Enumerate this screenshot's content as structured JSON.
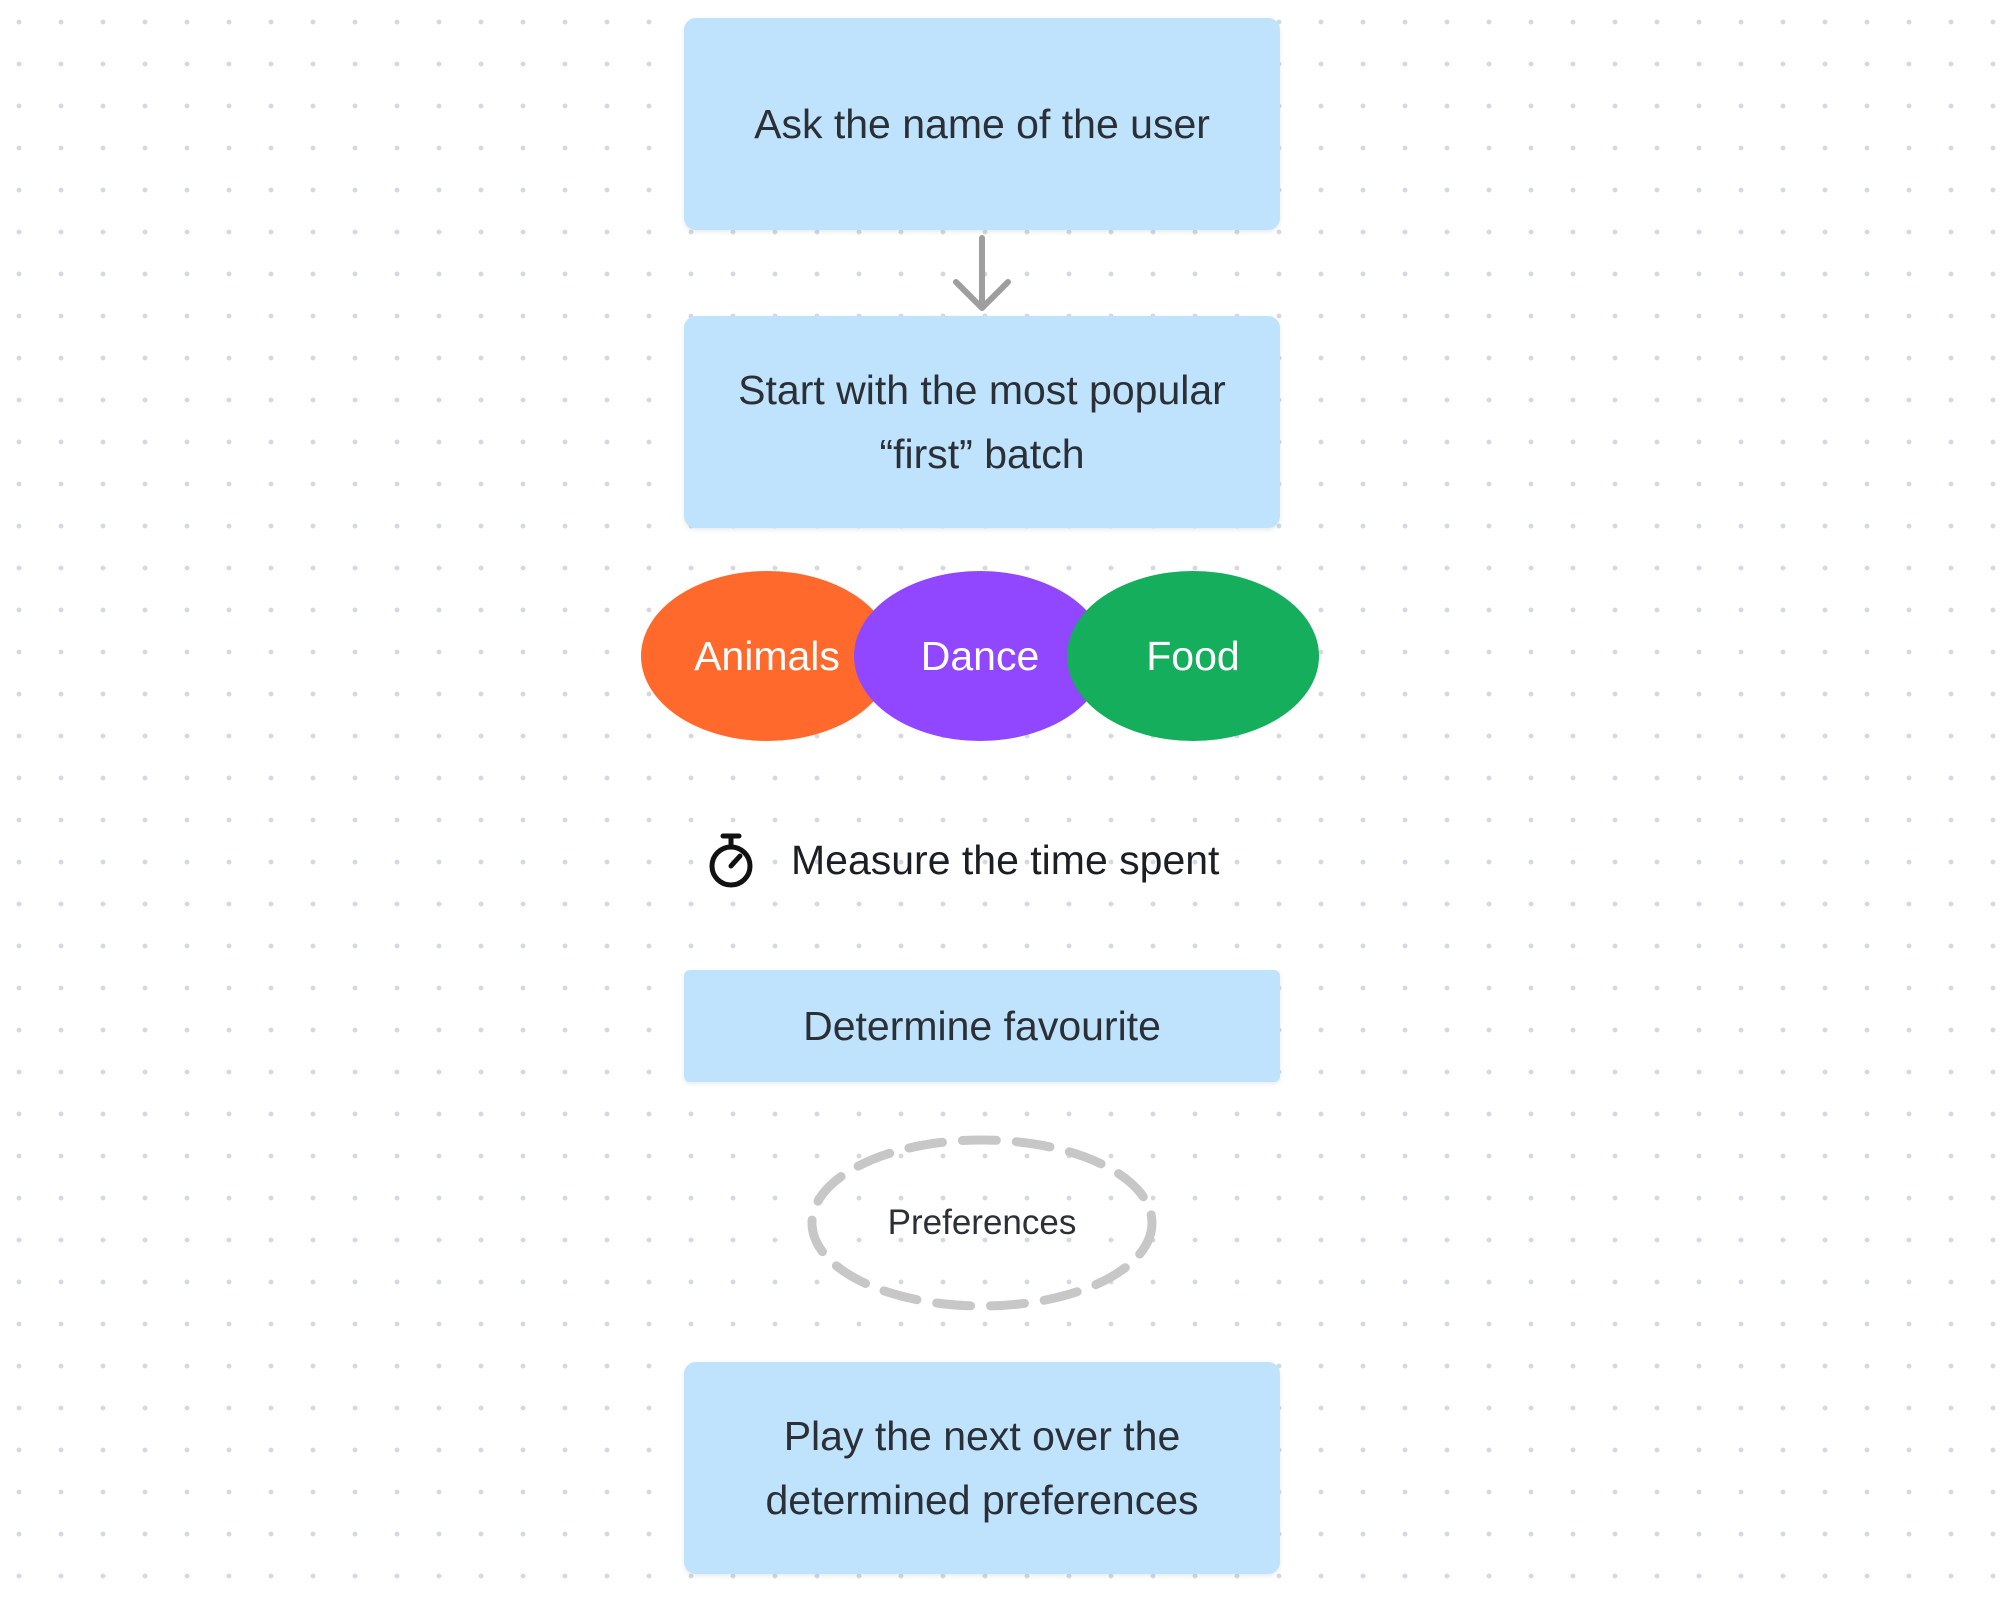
{
  "steps": {
    "ask_name": "Ask the name of the user",
    "first_batch": "Start with the most popular “first” batch",
    "determine_favourite": "Determine favourite",
    "play_next": "Play the next over the determined preferences"
  },
  "categories": [
    {
      "label": "Animals",
      "color": "#ff6a2c"
    },
    {
      "label": "Dance",
      "color": "#9146ff"
    },
    {
      "label": "Food",
      "color": "#14ae5c"
    }
  ],
  "measure": {
    "icon": "stopwatch-icon",
    "label": "Measure the time spent"
  },
  "preferences": {
    "label": "Preferences",
    "border_color": "#c7c7c7"
  },
  "colors": {
    "card_background": "#bfe3fd",
    "arrow": "#9e9e9e"
  }
}
